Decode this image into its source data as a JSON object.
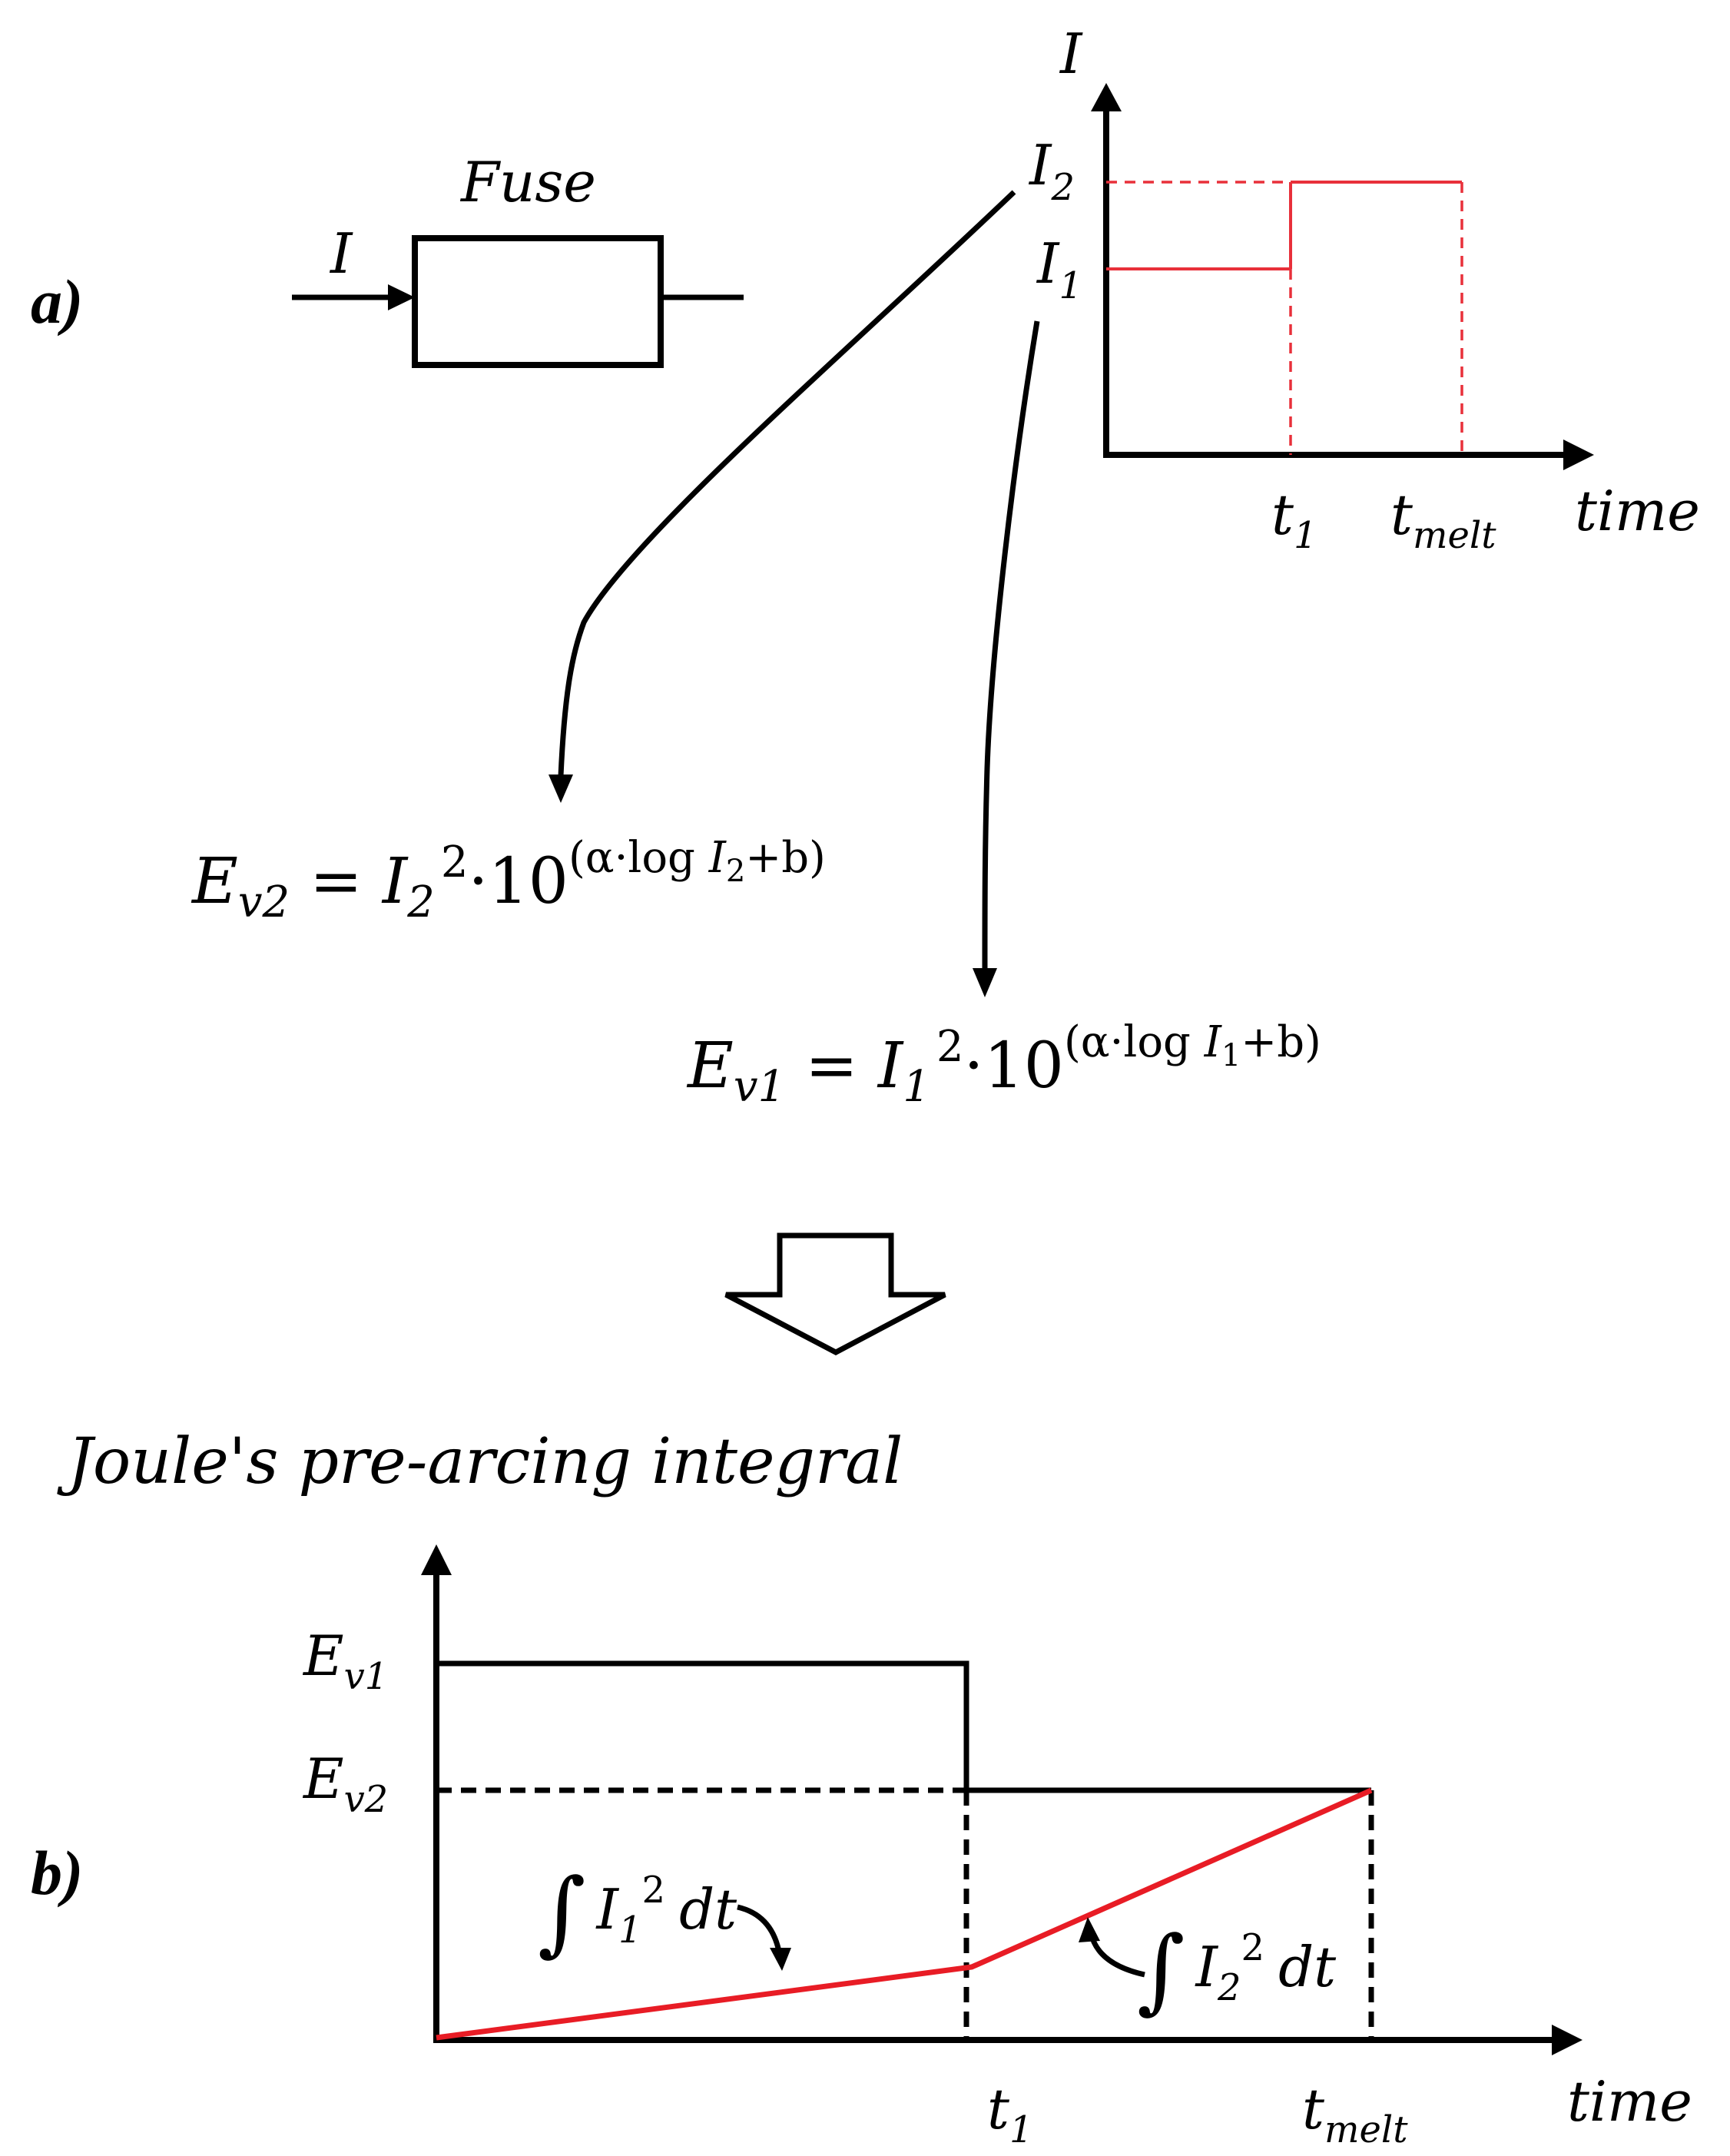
{
  "panel_a": {
    "label": "a)",
    "fuse_label": "Fuse",
    "input_current": "I",
    "graph": {
      "y_axis": "I",
      "x_axis": "time",
      "levels": {
        "upper": "I",
        "upper_sub": "2",
        "lower": "I",
        "lower_sub": "1"
      },
      "ticks": {
        "t1": "t",
        "t1_sub": "1",
        "tmelt": "t",
        "tmelt_sub": "melt"
      }
    },
    "formula_2": {
      "lhs": "E",
      "lhs_sub": "v2",
      "eq": "=",
      "base": "I",
      "base_sub": "2",
      "pow": "2",
      "ten": "·10",
      "exp_open": "(α·log ",
      "exp_I": "I",
      "exp_I_sub": "2",
      "exp_close": "+b)"
    },
    "formula_1": {
      "lhs": "E",
      "lhs_sub": "v1",
      "eq": "=",
      "base": "I",
      "base_sub": "1",
      "pow": "2",
      "ten": "·10",
      "exp_open": "(α·log ",
      "exp_I": "I",
      "exp_I_sub": "1",
      "exp_close": "+b)"
    }
  },
  "panel_b": {
    "label": "b)",
    "title": "Joule's pre-arcing integral",
    "x_axis": "time",
    "y_levels": {
      "ev1": "E",
      "ev1_sub": "v1",
      "ev2": "E",
      "ev2_sub": "v2"
    },
    "ticks": {
      "t1": "t",
      "t1_sub": "1",
      "tmelt": "t",
      "tmelt_sub": "melt"
    },
    "integral_1": {
      "sign": "∫",
      "I": "I",
      "sub": "1",
      "pow": "2",
      "dt": "dt"
    },
    "integral_2": {
      "sign": "∫",
      "I": "I",
      "sub": "2",
      "pow": "2",
      "dt": "dt"
    }
  },
  "colors": {
    "curve": "#e81c25",
    "ink": "#000000"
  }
}
